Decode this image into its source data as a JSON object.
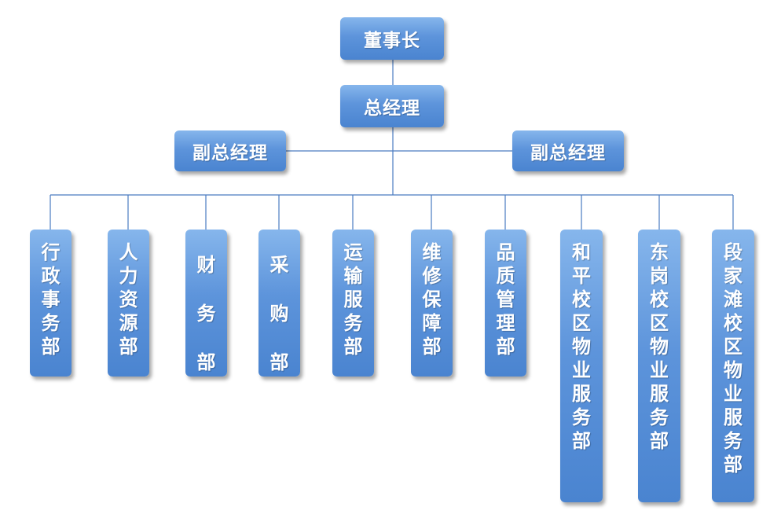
{
  "org": {
    "chairman": "董事长",
    "general_manager": "总经理",
    "deputy_left": "副总经理",
    "deputy_right": "副总经理",
    "departments": [
      "行政事务部",
      "人力资源部",
      "财务部",
      "采购部",
      "运输服务部",
      "维修保障部",
      "品质管理部",
      "和平校区物业服务部",
      "东岗校区物业服务部",
      "段家滩校区物业服务部"
    ]
  },
  "colors": {
    "line": "#4a7bc0",
    "box_top": "#86b6ec",
    "box_bottom": "#4a84d0"
  }
}
